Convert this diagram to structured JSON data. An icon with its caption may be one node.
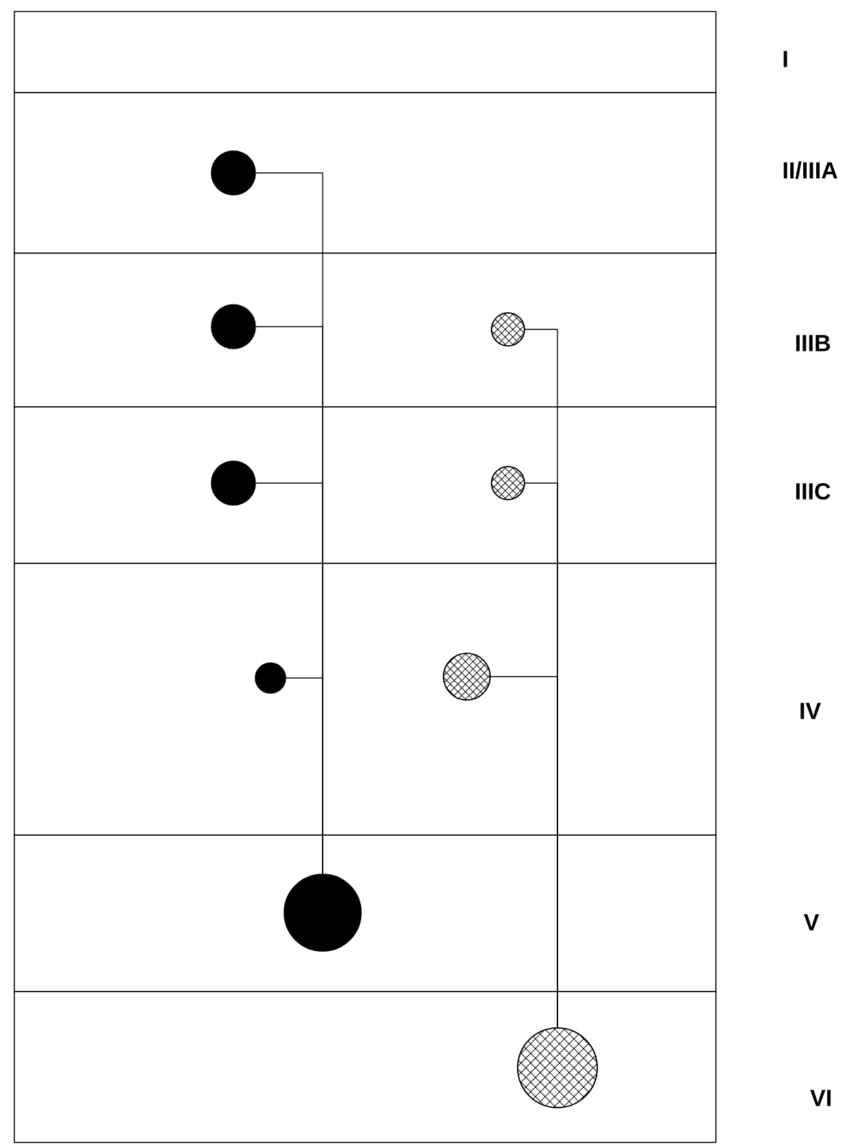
{
  "diagram": {
    "nodes": [
      {
        "text": [
          "I"
        ]
      },
      {
        "text": [
          "II/IIIA"
        ]
      },
      {
        "text": [],
        "shape": "circle",
        "in": 1
      },
      {
        "text": [
          "IIIB"
        ]
      },
      {
        "text": [],
        "shape": "circle",
        "in": 3
      },
      {
        "text": [],
        "shape": "circle",
        "in": 3
      },
      {
        "text": [
          "IIIC"
        ]
      },
      {
        "text": [],
        "shape": "circle",
        "in": 6
      },
      {
        "text": [],
        "shape": "circle",
        "in": 6
      },
      {
        "text": [
          "IV"
        ]
      },
      {
        "text": [],
        "shape": "circle",
        "in": 9
      },
      {
        "text": [],
        "shape": "circle",
        "in": 9
      },
      {
        "text": [
          "V"
        ]
      },
      {
        "text": [],
        "shape": "circle",
        "in": 12
      },
      {
        "text": [
          "VI"
        ]
      },
      {
        "text": [],
        "shape": "circle",
        "in": 14
      }
    ],
    "edges": [
      {
        "from": 2,
        "to": 13,
        "arrow": "none"
      },
      {
        "from": 4,
        "to": 13,
        "arrow": "none"
      },
      {
        "from": 7,
        "to": 13,
        "arrow": "none"
      },
      {
        "from": 10,
        "to": 13,
        "arrow": "none"
      },
      {
        "from": 5,
        "to": 15,
        "arrow": "none"
      },
      {
        "from": 8,
        "to": 15,
        "arrow": "none"
      },
      {
        "from": 11,
        "to": 15,
        "arrow": "none"
      }
    ]
  }
}
